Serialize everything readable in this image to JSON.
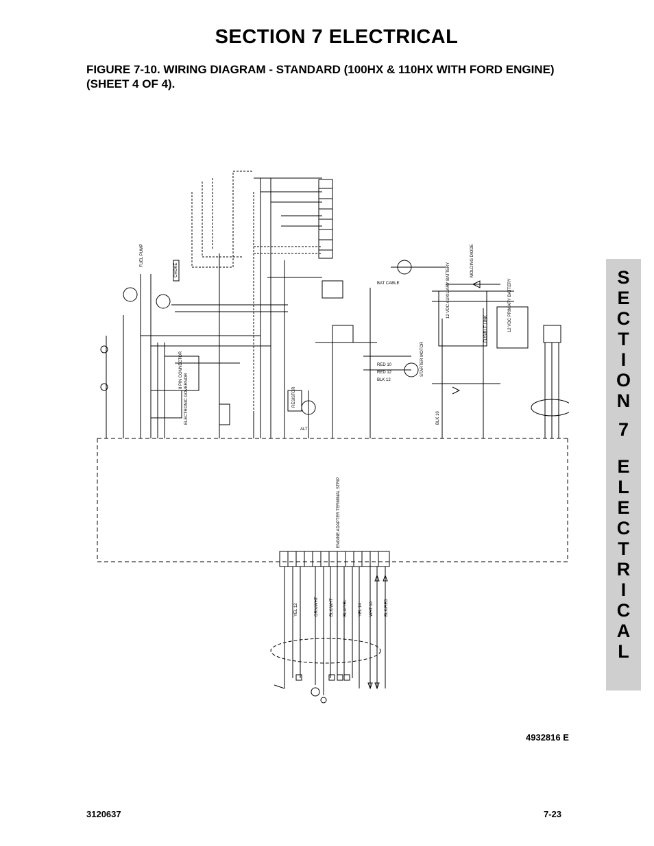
{
  "header": {
    "section_title": "SECTION 7  ELECTRICAL",
    "figure_title": "FIGURE 7-10.  WIRING DIAGRAM - STANDARD (100HX & 110HX WITH FORD ENGINE) (SHEET 4 OF 4)."
  },
  "side_tab": {
    "letters": [
      "S",
      "E",
      "C",
      "T",
      "I",
      "O",
      "N",
      "7",
      "E",
      "L",
      "E",
      "C",
      "T",
      "R",
      "I",
      "C",
      "A",
      "L"
    ]
  },
  "diagram": {
    "labels": {
      "battery_aux": "12 VDC AUXILIARY BATTERY",
      "battery_primary": "12 VDC PRIMARY BATTERY",
      "fusible_link": "FUSIBLE LINK",
      "starter_motor": "STARTER MOTOR",
      "alternator": "ALT",
      "resistor": "RESISTOR",
      "terminal_strip": "ENGINE ADAPTER TERMINAL STRIP",
      "diode": "MOLDING DIODE",
      "choke": "CHOKE",
      "fuel_pump": "FUEL PUMP",
      "connector": "8 PIN CONNECTOR",
      "governor": "ELECTRONIC GOVERNOR"
    },
    "wire_codes": [
      "RED 10",
      "RED 12",
      "BLK 12",
      "BAT CABLE",
      "BLK 10",
      "YEL 12",
      "ORN/WHT",
      "BLK/WHT",
      "BLU/YEL",
      "YEL 14",
      "WHT 10",
      "BLK/RED"
    ]
  },
  "drawing_number": "4932816 E",
  "footer": {
    "doc_number": "3120637",
    "page_number": "7-23"
  }
}
